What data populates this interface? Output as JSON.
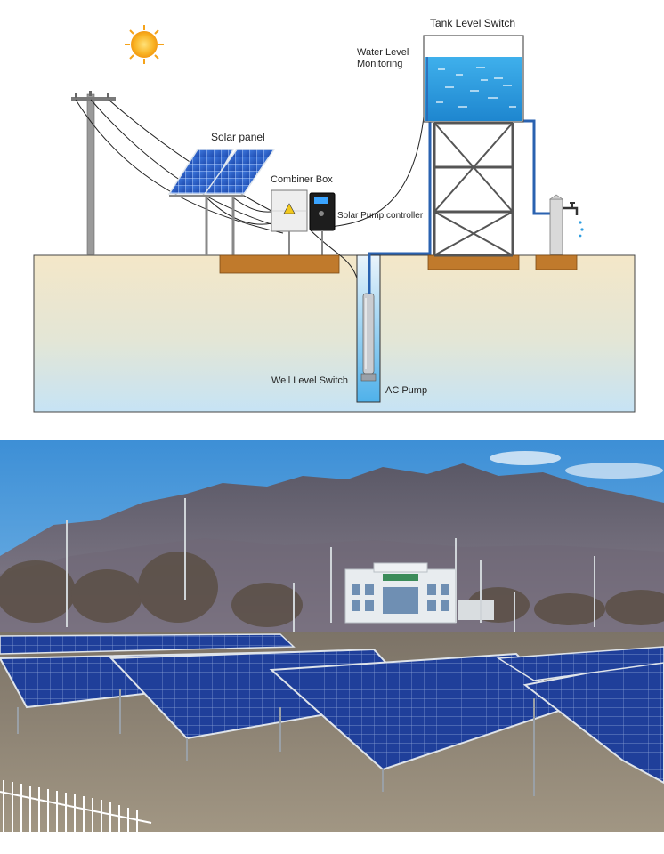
{
  "diagram": {
    "labels": {
      "tank_level_switch": "Tank Level Switch",
      "water_level_monitoring_line1": "Water Level",
      "water_level_monitoring_line2": "Monitoring",
      "solar_panel": "Solar panel",
      "combiner_box": "Combiner Box",
      "solar_pump_controller": "Solar Pump controller",
      "well_level_switch": "Well Level Switch",
      "ac_pump": "AC Pump"
    },
    "colors": {
      "ground_top": "#f3e6c6",
      "ground_bottom": "#c9e4f4",
      "water": "#2f9ee0",
      "pipe": "#2a62b0",
      "foundation": "#c07a2c",
      "panel": "#2b5fc4",
      "sun": "#f7a818"
    }
  },
  "photo": {
    "colors": {
      "sky": "#6fb6e6",
      "mountain": "#6e6a78",
      "ground": "#8c8374",
      "panel": "#1f3f9a",
      "building": "#e8ecef"
    }
  }
}
